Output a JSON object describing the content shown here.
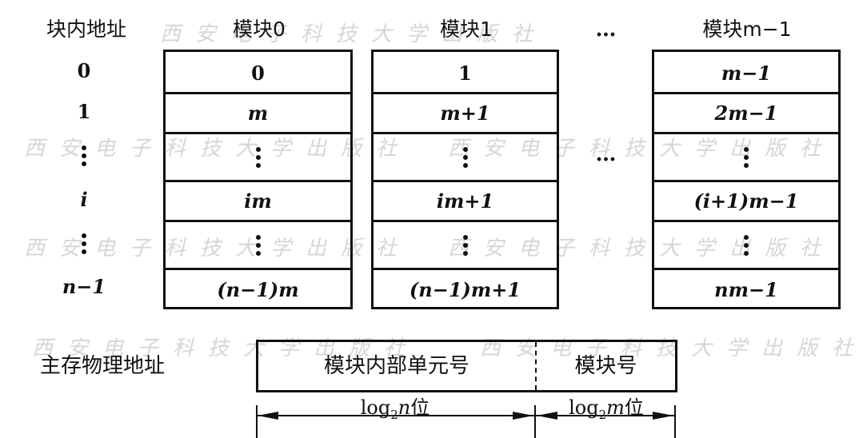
{
  "figure": {
    "header": {
      "index_column_label": "块内地址",
      "modules": [
        {
          "label": "模块0"
        },
        {
          "label": "模块1"
        },
        {
          "label": "模块m−1"
        }
      ],
      "ellipsis": "…"
    },
    "row_indices": [
      "0",
      "1",
      "⋮",
      "i",
      "⋮",
      "n−1"
    ],
    "module_columns": [
      {
        "name": "module-0",
        "cells": [
          "0",
          "m",
          "⋮",
          "im",
          "⋮",
          "(n−1)m"
        ]
      },
      {
        "name": "module-1",
        "cells": [
          "1",
          "m+1",
          "⋮",
          "im+1",
          "⋮",
          "(n−1)m+1"
        ]
      },
      {
        "name": "module-m-1",
        "cells": [
          "m−1",
          "2m−1",
          "⋮",
          "(i+1)m−1",
          "⋮",
          "nm−1"
        ]
      }
    ],
    "middle_ellipsis": "…",
    "physical_address": {
      "label": "主存物理地址",
      "fields": [
        {
          "label": "模块内部单元号",
          "width_label_prefix": "log",
          "width_label_sub": "2",
          "width_label_var": "n",
          "width_label_suffix": "位"
        },
        {
          "label": "模块号",
          "width_label_prefix": "log",
          "width_label_sub": "2",
          "width_label_var": "m",
          "width_label_suffix": "位"
        }
      ]
    },
    "watermark_text": "西安电子科技大学出版社"
  }
}
